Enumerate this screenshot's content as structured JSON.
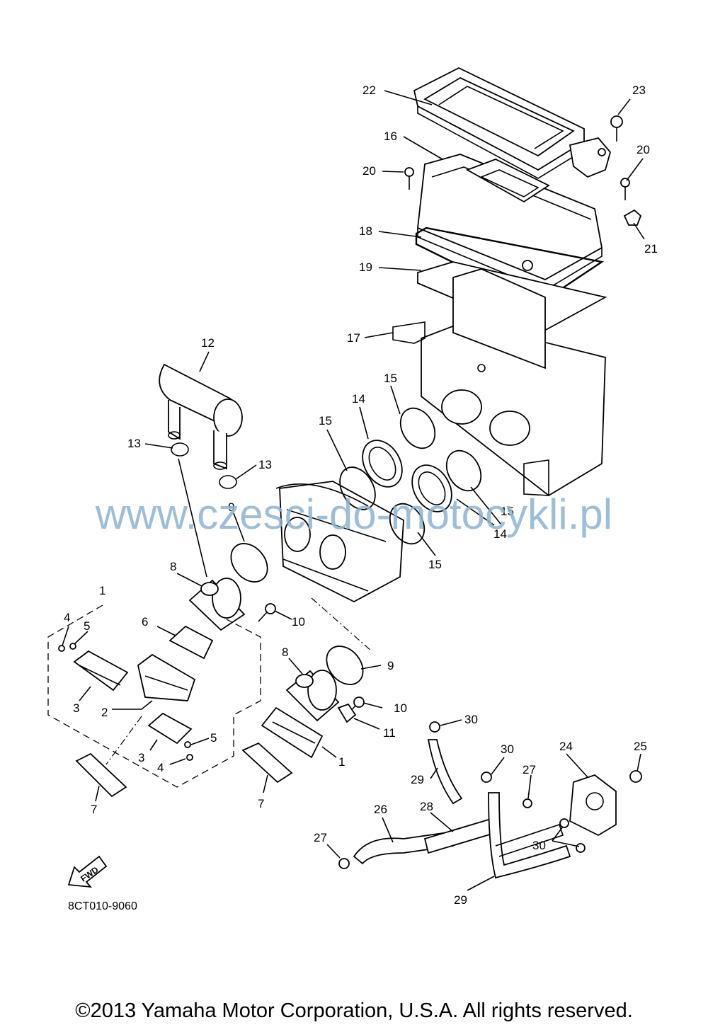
{
  "diagram": {
    "callouts": [
      "1",
      "2",
      "3",
      "4",
      "5",
      "6",
      "7",
      "8",
      "9",
      "10",
      "11",
      "12",
      "13",
      "14",
      "15",
      "16",
      "17",
      "18",
      "19",
      "20",
      "21",
      "22",
      "23",
      "24",
      "25",
      "26",
      "27",
      "28",
      "29",
      "30"
    ],
    "fwd_label": "FWD",
    "diagram_code": "8CT010-9060"
  },
  "watermark": "www.czesci-do-motocykli.pl",
  "footer": {
    "copyright": "©2013 Yamaha Motor Corporation, U.S.A. All rights reserved."
  }
}
